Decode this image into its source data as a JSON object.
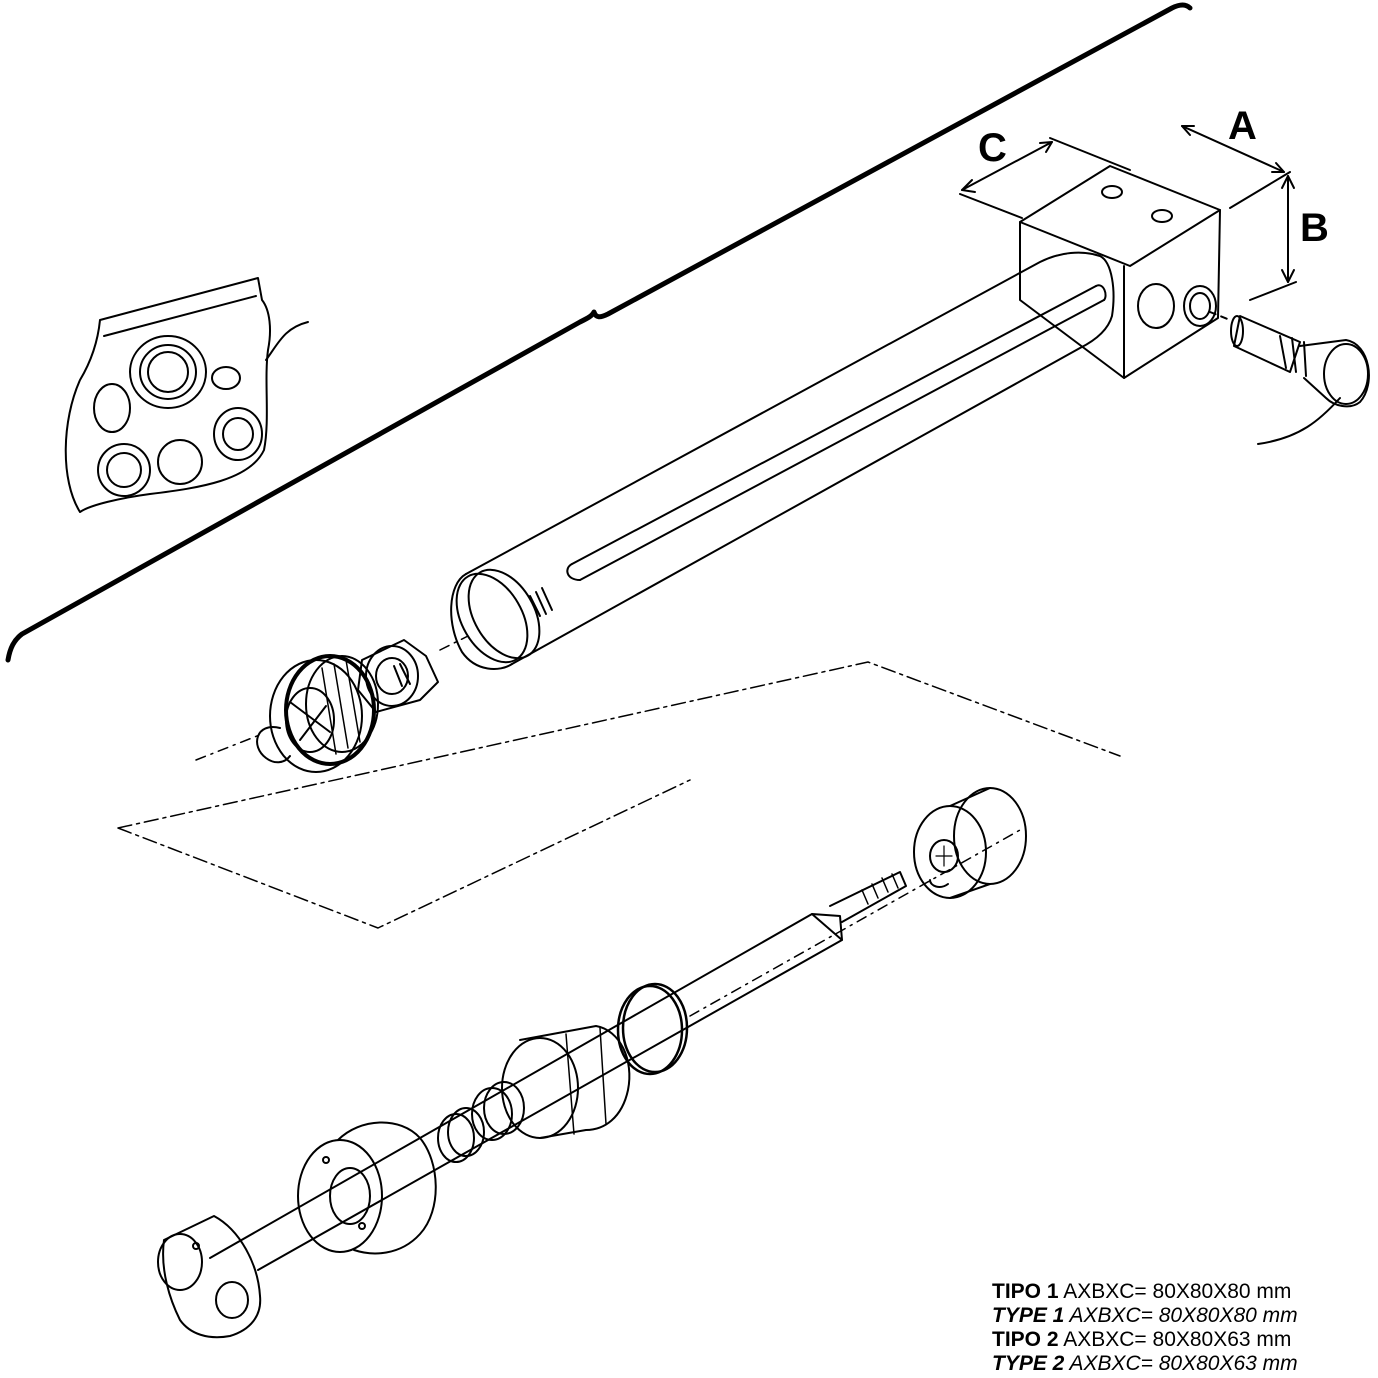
{
  "dimensions": {
    "a_label": "A",
    "b_label": "B",
    "c_label": "C"
  },
  "notes": [
    {
      "key": "TIPO 1",
      "value": "AXBXC= 80X80X80 mm",
      "italic": false
    },
    {
      "key": "TYPE 1",
      "value": "AXBXC= 80X80X80 mm",
      "italic": true
    },
    {
      "key": "TIPO 2",
      "value": "AXBXC= 80X80X63 mm",
      "italic": false
    },
    {
      "key": "TYPE 2",
      "value": "AXBXC= 80X80X63 mm",
      "italic": true
    }
  ]
}
